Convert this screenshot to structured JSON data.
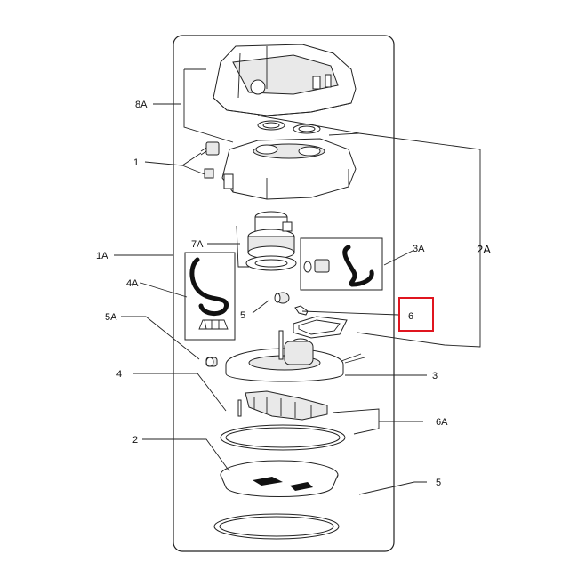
{
  "labels": {
    "l8A": "8A",
    "l1": "1",
    "l1A": "1A",
    "l7A": "7A",
    "l3A": "3A",
    "l2A": "2A",
    "l4A": "4A",
    "l5a": "5",
    "l6": "6",
    "l5A": "5A",
    "l3": "3",
    "l4": "4",
    "l6A": "6A",
    "l2": "2",
    "l5b": "5"
  },
  "highlight_color": "#e0151f"
}
